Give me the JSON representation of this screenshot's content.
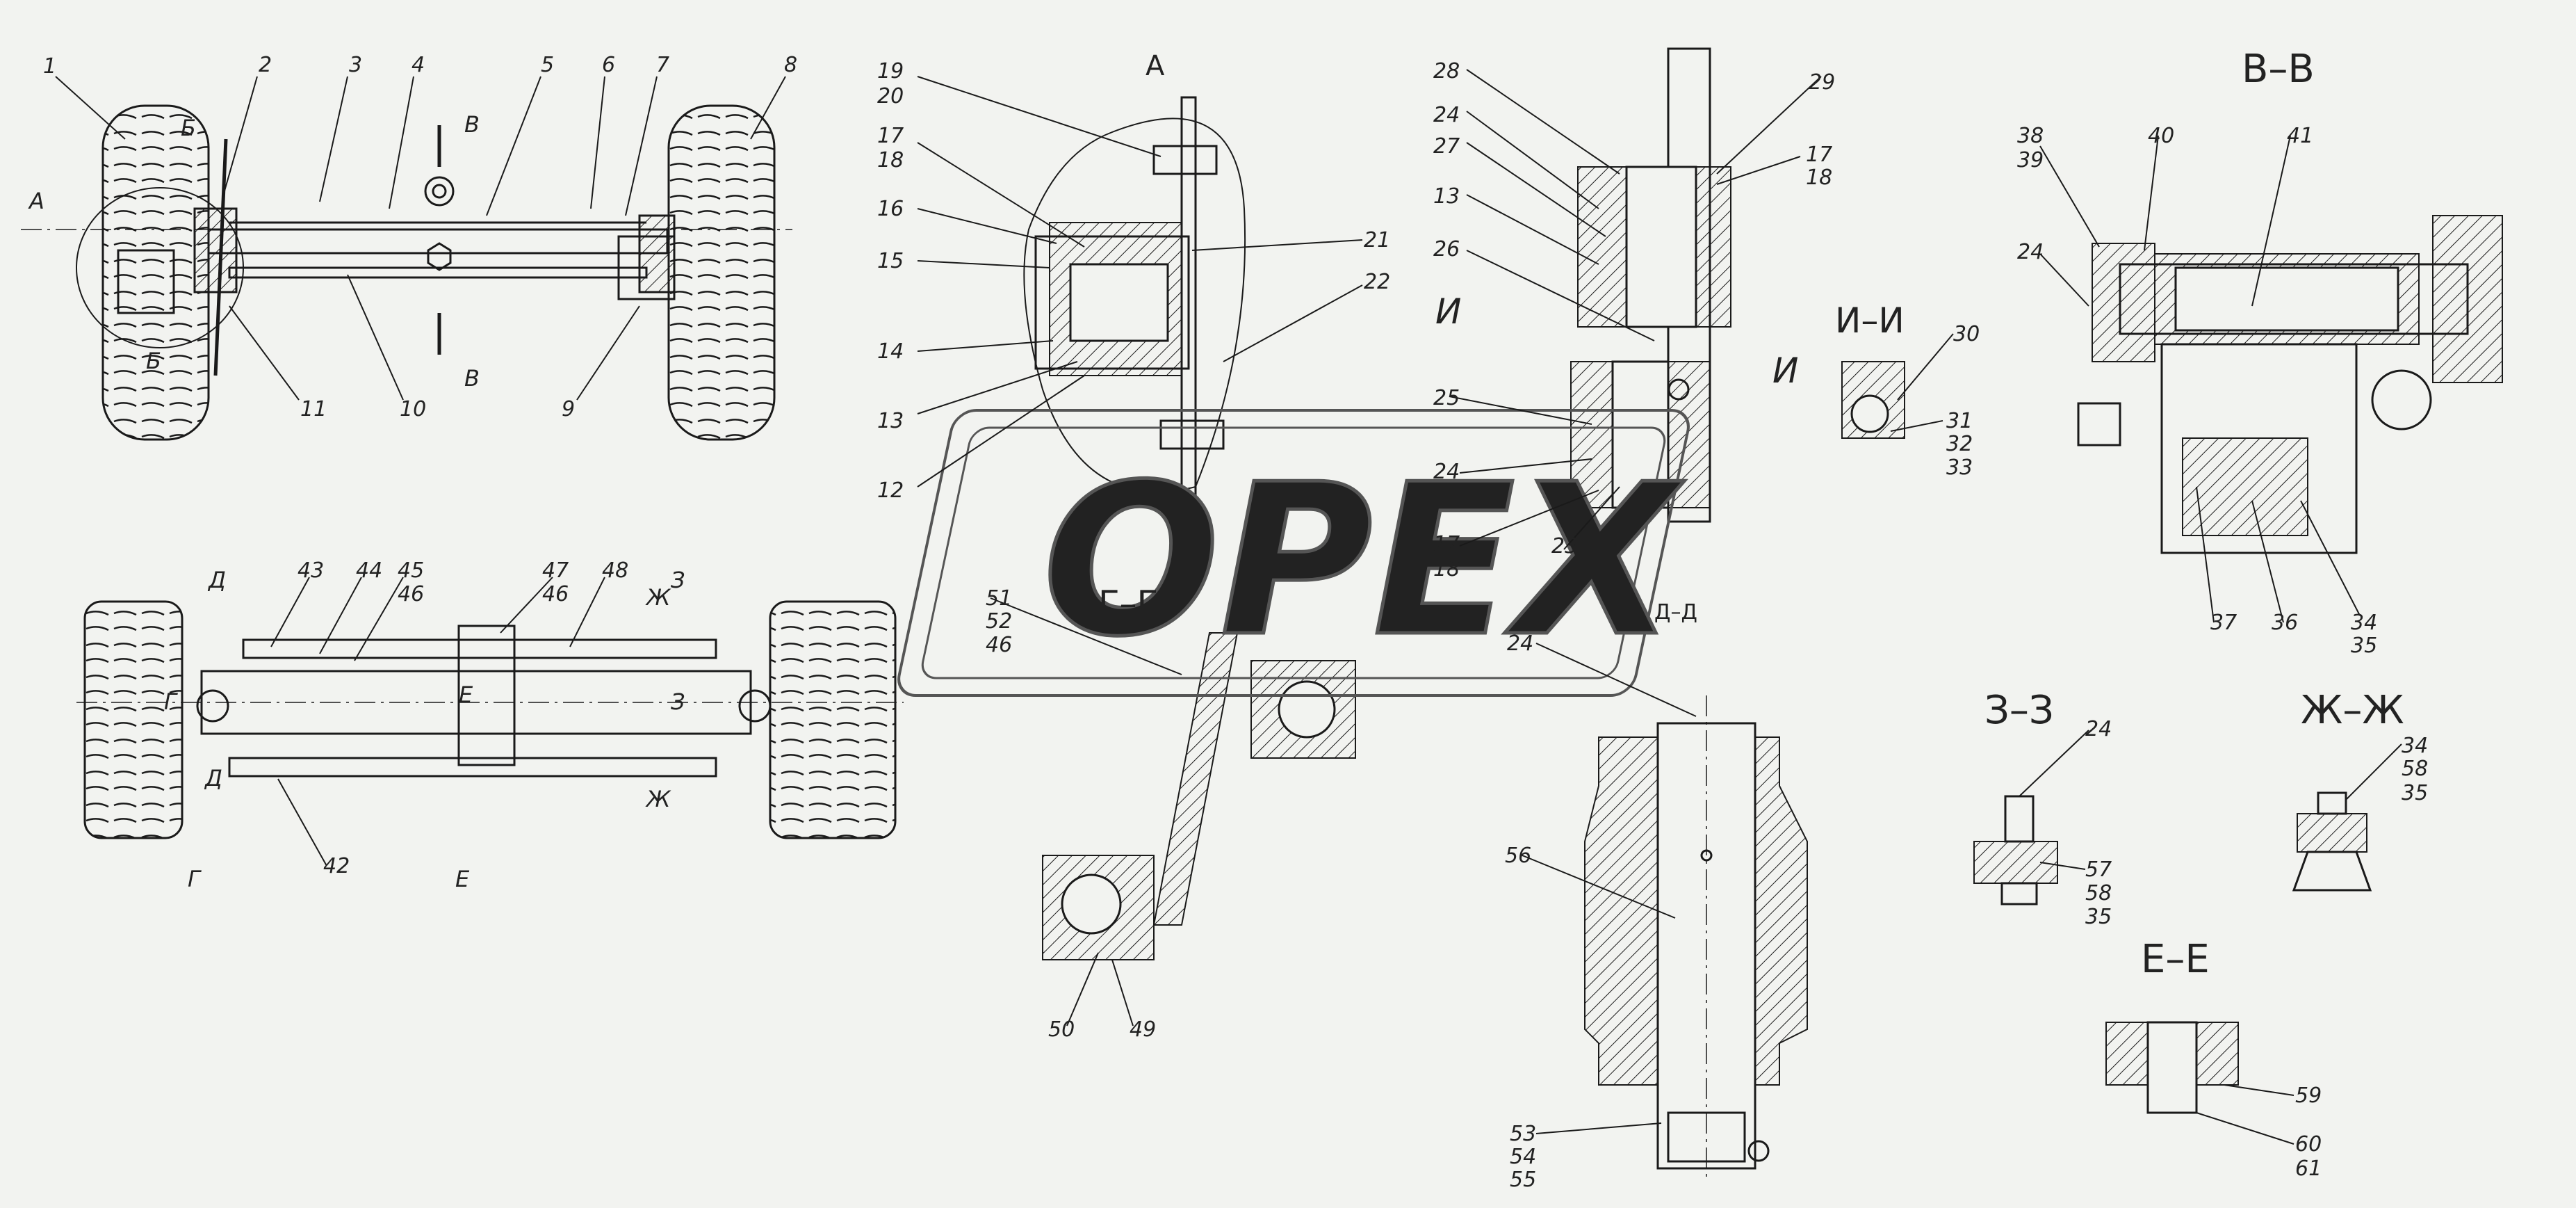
{
  "section_titles": {
    "view_a": "А",
    "bb": "В–В",
    "ii": "И–И",
    "gg": "Г–Г",
    "dd": "Д–Д",
    "zz": "З–З",
    "zhzh": "Ж–Ж",
    "ee": "Е–Е"
  },
  "cut_letters": {
    "a": "А",
    "b": "Б",
    "v": "В",
    "g": "Г",
    "d": "Д",
    "e": "Е",
    "z": "З",
    "zh": "Ж",
    "i": "И"
  },
  "callouts": {
    "n1": "1",
    "n2": "2",
    "n3": "3",
    "n4": "4",
    "n5": "5",
    "n6": "6",
    "n7": "7",
    "n8": "8",
    "n9": "9",
    "n10": "10",
    "n11": "11",
    "n12": "12",
    "n13": "13",
    "n14": "14",
    "n15": "15",
    "n16": "16",
    "n17": "17",
    "n18": "18",
    "n19": "19",
    "n20": "20",
    "n21": "21",
    "n22": "22",
    "n23": "23",
    "n24": "24",
    "n25": "25",
    "n26": "26",
    "n27": "27",
    "n28": "28",
    "n29": "29",
    "n30": "30",
    "n31": "31",
    "n32": "32",
    "n33": "33",
    "n34": "34",
    "n35": "35",
    "n36": "36",
    "n37": "37",
    "n38": "38",
    "n39": "39",
    "n40": "40",
    "n41": "41",
    "n42": "42",
    "n43": "43",
    "n44": "44",
    "n45": "45",
    "n46": "46",
    "n47": "47",
    "n48": "48",
    "n49": "49",
    "n50": "50",
    "n51": "51",
    "n52": "52",
    "n53": "53",
    "n54": "54",
    "n55": "55",
    "n56": "56",
    "n57": "57",
    "n58": "58",
    "n59": "59",
    "n60": "60",
    "n61": "61"
  },
  "watermark": "OPEX",
  "colors": {
    "line": "#1a1a1a",
    "background": "#f2f3f0",
    "watermark": "#555555"
  }
}
